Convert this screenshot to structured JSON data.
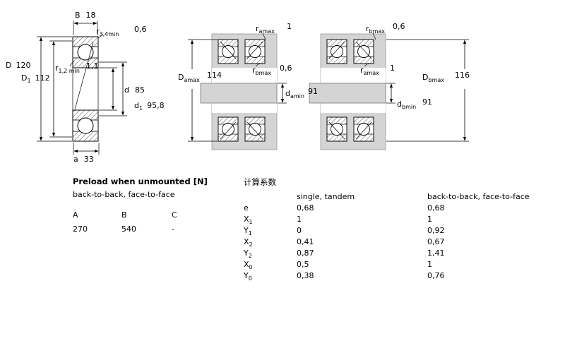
{
  "dims": {
    "B": {
      "base": "B",
      "value": "18"
    },
    "r34": {
      "base": "r",
      "sub": "3,4min",
      "value": "0,6"
    },
    "D": {
      "base": "D",
      "value": "120"
    },
    "D1": {
      "base": "D",
      "sub": "1",
      "value": "112"
    },
    "r12": {
      "base": "r",
      "sub": "1,2 min",
      "value": "1,1"
    },
    "d": {
      "base": "d",
      "value": "85"
    },
    "d1": {
      "base": "d",
      "sub": "1",
      "value": "95,8"
    },
    "a": {
      "base": "a",
      "value": "33"
    },
    "ramax_mid": {
      "base": "r",
      "sub": "amax",
      "value": "1"
    },
    "Damax": {
      "base": "D",
      "sub": "amax",
      "value": "114"
    },
    "rbmax_mid": {
      "base": "r",
      "sub": "bmax",
      "value": "0,6"
    },
    "damin": {
      "base": "d",
      "sub": "amin",
      "value": "91"
    },
    "rbmax_right": {
      "base": "r",
      "sub": "bmax",
      "value": "0,6"
    },
    "ramax_right": {
      "base": "r",
      "sub": "amax",
      "value": "1"
    },
    "Dbmax": {
      "base": "D",
      "sub": "bmax",
      "value": "116"
    },
    "dbmin": {
      "base": "d",
      "sub": "bmin",
      "value": "91"
    }
  },
  "preload": {
    "title": "Preload when unmounted [N]",
    "subtitle": "back-to-back, face-to-face",
    "col_a": "A",
    "col_b": "B",
    "col_c": "C",
    "val_a": "270",
    "val_b": "540",
    "val_c": "-"
  },
  "factors": {
    "title": "计算系数",
    "col1": "single, tandem",
    "col2": "back-to-back, face-to-face",
    "rows": [
      {
        "base": "e",
        "sub": "",
        "v1": "0,68",
        "v2": "0,68"
      },
      {
        "base": "X",
        "sub": "1",
        "v1": "1",
        "v2": "1"
      },
      {
        "base": "Y",
        "sub": "1",
        "v1": "0",
        "v2": "0,92"
      },
      {
        "base": "X",
        "sub": "2",
        "v1": "0,41",
        "v2": "0,67"
      },
      {
        "base": "Y",
        "sub": "2",
        "v1": "0,87",
        "v2": "1,41"
      },
      {
        "base": "X",
        "sub": "0",
        "v1": "0,5",
        "v2": "1"
      },
      {
        "base": "Y",
        "sub": "0",
        "v1": "0,38",
        "v2": "0,76"
      }
    ]
  },
  "colors": {
    "housing_gray": "#d4d4d4"
  }
}
